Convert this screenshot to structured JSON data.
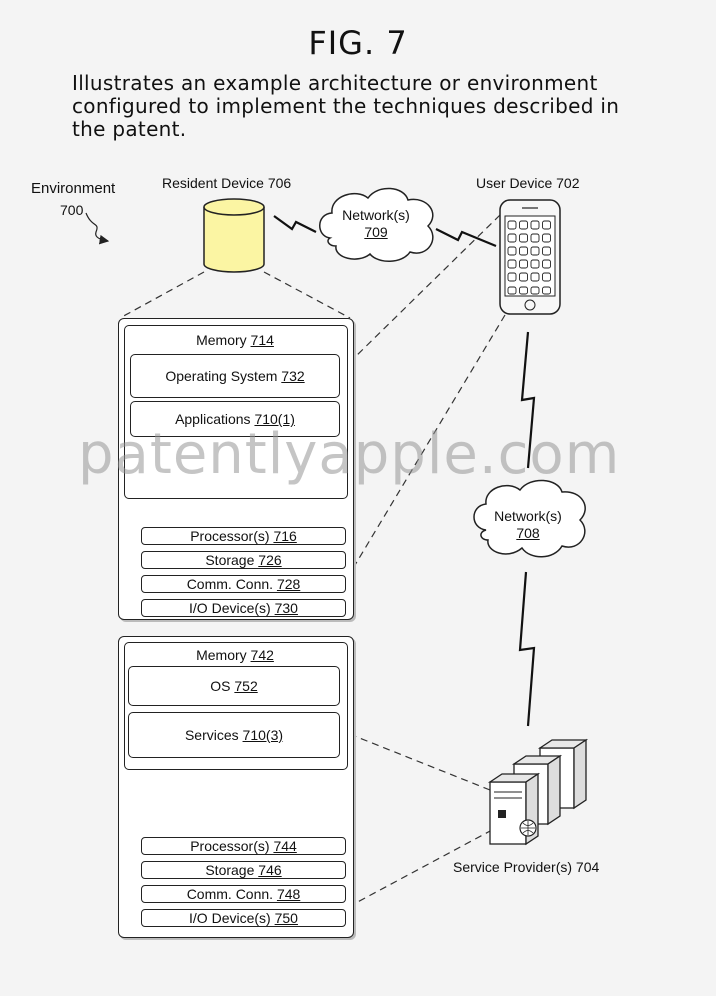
{
  "figure": {
    "title": "FIG. 7",
    "caption": "Illustrates an example architecture or environment configured to implement the techniques described in the patent."
  },
  "environment": {
    "label": "Environment",
    "number": "700"
  },
  "resident_device": {
    "label": "Resident Device",
    "number": "706"
  },
  "user_device": {
    "label": "User Device",
    "number": "702"
  },
  "network_top": {
    "label": "Network(s)",
    "number": "709"
  },
  "network_right": {
    "label": "Network(s)",
    "number": "708"
  },
  "service_provider": {
    "label": "Service Provider(s)",
    "number": "704"
  },
  "resident_stack": {
    "memory": {
      "label": "Memory",
      "number": "714"
    },
    "os": {
      "label": "Operating System",
      "number": "732"
    },
    "apps": {
      "label": "Applications",
      "number": "710(1)"
    },
    "components": [
      {
        "label": "Processor(s)",
        "number": "716"
      },
      {
        "label": "Storage",
        "number": "726"
      },
      {
        "label": "Comm. Conn.",
        "number": "728"
      },
      {
        "label": "I/O Device(s)",
        "number": "730"
      }
    ]
  },
  "provider_stack": {
    "memory": {
      "label": "Memory",
      "number": "742"
    },
    "os": {
      "label": "OS",
      "number": "752"
    },
    "services": {
      "label": "Services",
      "number": "710(3)"
    },
    "components": [
      {
        "label": "Processor(s)",
        "number": "744"
      },
      {
        "label": "Storage",
        "number": "746"
      },
      {
        "label": "Comm. Conn.",
        "number": "748"
      },
      {
        "label": "I/O Device(s)",
        "number": "750"
      }
    ]
  },
  "watermark": "patentlyapple.com",
  "colors": {
    "cylinder": "#fbf5a3",
    "background": "#f4f4f4",
    "line": "#222222"
  }
}
